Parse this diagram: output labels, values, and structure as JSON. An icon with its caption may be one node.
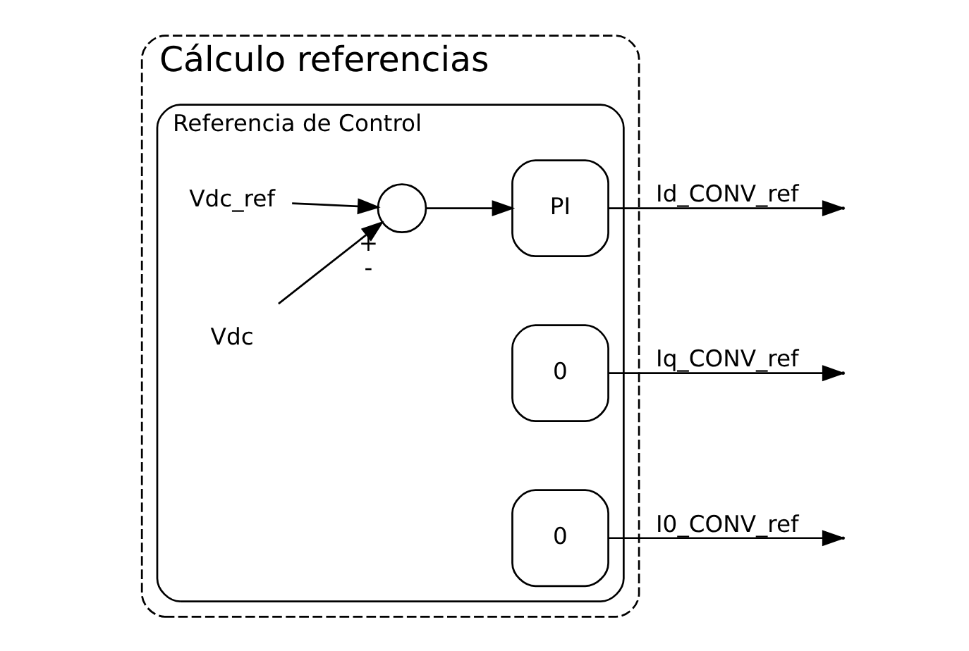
{
  "diagram": {
    "nodes": [
      {
        "text": [
          "Cálculo referencias"
        ]
      },
      {
        "text": [
          "Referencia de Control"
        ],
        "in": 0
      },
      {
        "text": [
          "Vdc_ref"
        ],
        "in": 1
      },
      {
        "text": [],
        "shape": "circle",
        "in": 1,
        "beside": [
          "+",
          "-"
        ]
      },
      {
        "text": [
          "Vdc"
        ],
        "in": 1
      },
      {
        "text": [
          "PI"
        ],
        "in": 1
      },
      {
        "text": [
          "0"
        ],
        "in": 1
      },
      {
        "text": [
          "0"
        ],
        "in": 1
      }
    ],
    "edges": [
      {
        "from": 2,
        "to": 3,
        "arrow": "to"
      },
      {
        "from": 4,
        "to": 3,
        "arrow": "to"
      },
      {
        "from": 3,
        "to": 5,
        "arrow": "to"
      },
      {
        "from": 5,
        "to": null,
        "arrow": "to",
        "label": "Id_CONV_ref"
      },
      {
        "from": 6,
        "to": null,
        "arrow": "to",
        "label": "Iq_CONV_ref"
      },
      {
        "from": 7,
        "to": null,
        "arrow": "to",
        "label": "I0_CONV_ref"
      }
    ]
  }
}
